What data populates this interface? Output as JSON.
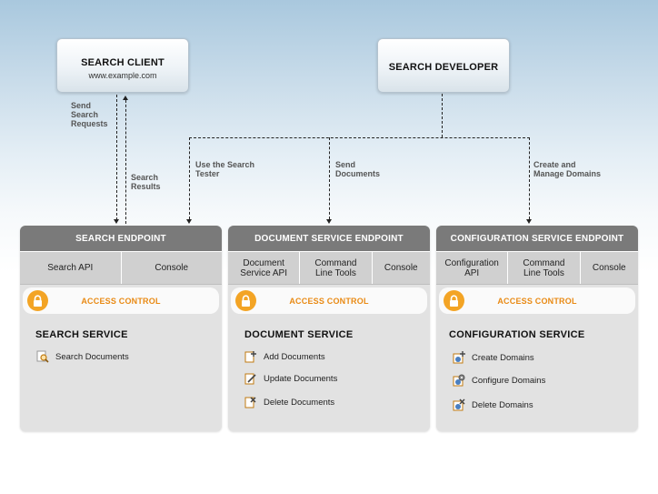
{
  "search_client": {
    "title": "SEARCH CLIENT",
    "subtitle": "www.example.com"
  },
  "search_developer": {
    "title": "SEARCH DEVELOPER"
  },
  "labels": {
    "send_search_requests": [
      "Send",
      "Search",
      "Requests"
    ],
    "search_results": [
      "Search",
      "Results"
    ],
    "use_search_tester": [
      "Use the Search",
      "Tester"
    ],
    "send_documents": [
      "Send",
      "Documents"
    ],
    "create_manage_domains": [
      "Create and",
      "Manage Domains"
    ]
  },
  "panels": [
    {
      "header": "SEARCH ENDPOINT",
      "tools": [
        "Search API",
        "Console"
      ],
      "access_control": "ACCESS CONTROL",
      "service": "SEARCH SERVICE",
      "items": [
        {
          "label": "Search Documents",
          "icon": "search-document-icon"
        }
      ]
    },
    {
      "header": "DOCUMENT SERVICE ENDPOINT",
      "tools": [
        [
          "Document",
          "Service API"
        ],
        [
          "Command",
          "Line Tools"
        ],
        "Console"
      ],
      "access_control": "ACCESS CONTROL",
      "service": "DOCUMENT SERVICE",
      "items": [
        {
          "label": "Add Documents",
          "icon": "add-document-icon"
        },
        {
          "label": "Update Documents",
          "icon": "edit-document-icon"
        },
        {
          "label": "Delete Documents",
          "icon": "delete-document-icon"
        }
      ]
    },
    {
      "header": "CONFIGURATION SERVICE ENDPOINT",
      "tools": [
        [
          "Configuration",
          "API"
        ],
        [
          "Command",
          "Line Tools"
        ],
        "Console"
      ],
      "access_control": "ACCESS CONTROL",
      "service": "CONFIGURATION SERVICE",
      "items": [
        {
          "label": "Create Domains",
          "icon": "create-domain-icon"
        },
        {
          "label": "Configure Domains",
          "icon": "configure-domain-icon"
        },
        {
          "label": "Delete Domains",
          "icon": "delete-domain-icon"
        }
      ]
    }
  ],
  "colors": {
    "accent_orange": "#f3a425",
    "access_text": "#e98a14",
    "header_gray": "#7a7a7a",
    "panel_gray": "#e2e2e2"
  }
}
